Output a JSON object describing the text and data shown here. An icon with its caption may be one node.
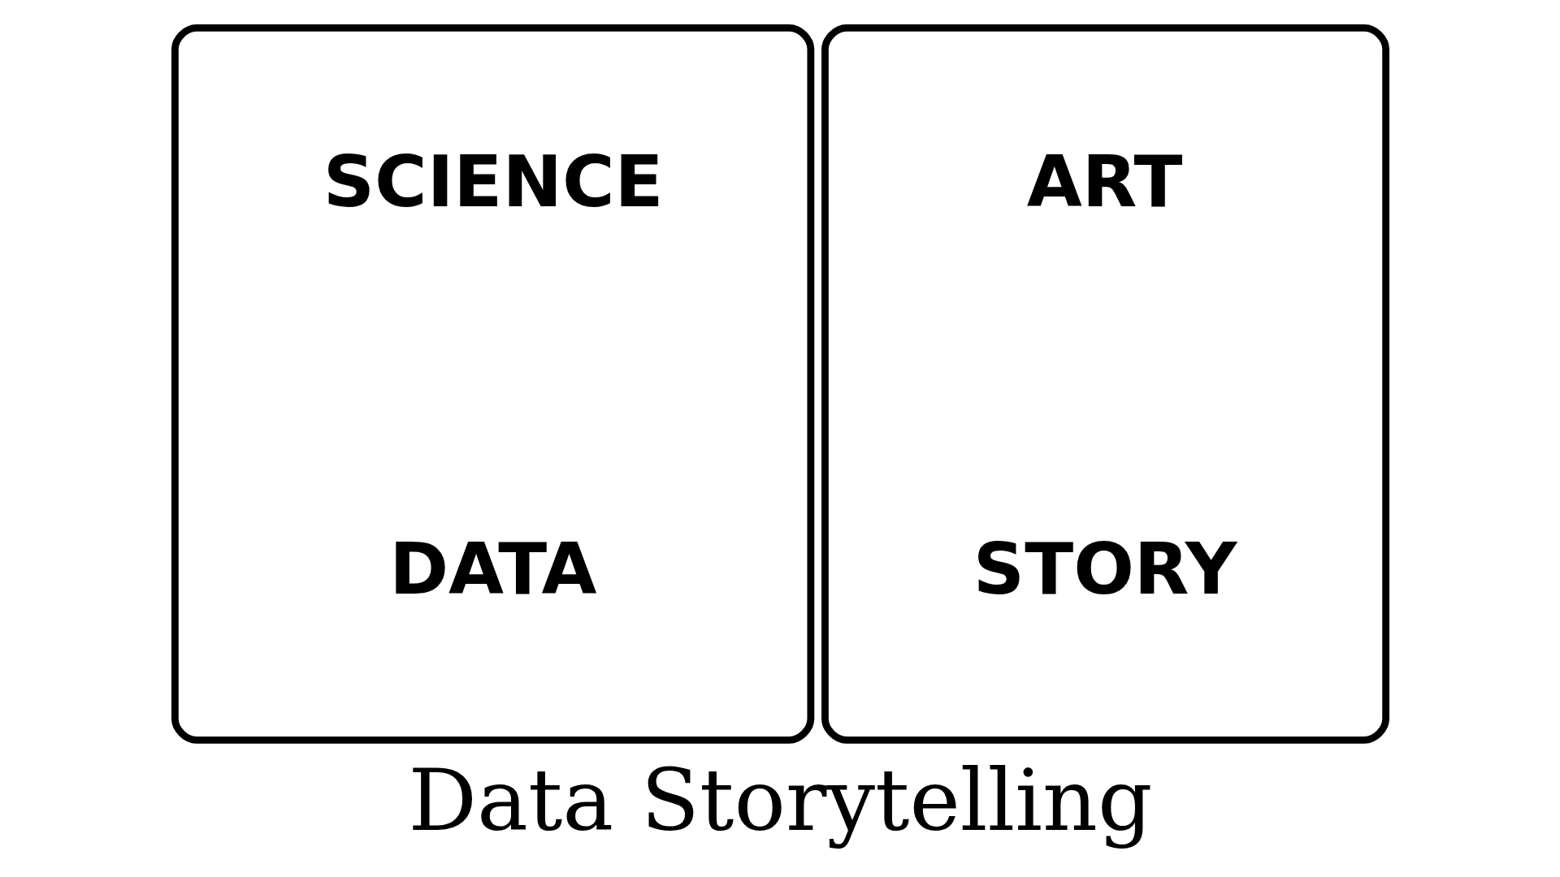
{
  "diagram": {
    "caption": "Data Storytelling",
    "nodes": [
      {
        "text": [],
        "shape": "box"
      },
      {
        "text": [
          "SCIENCE"
        ],
        "in": 0
      },
      {
        "text": [
          "DATA"
        ],
        "in": 0
      },
      {
        "text": [],
        "shape": "box"
      },
      {
        "text": [
          "ART"
        ],
        "in": 3
      },
      {
        "text": [
          "STORY"
        ],
        "in": 3
      }
    ],
    "edges": []
  }
}
